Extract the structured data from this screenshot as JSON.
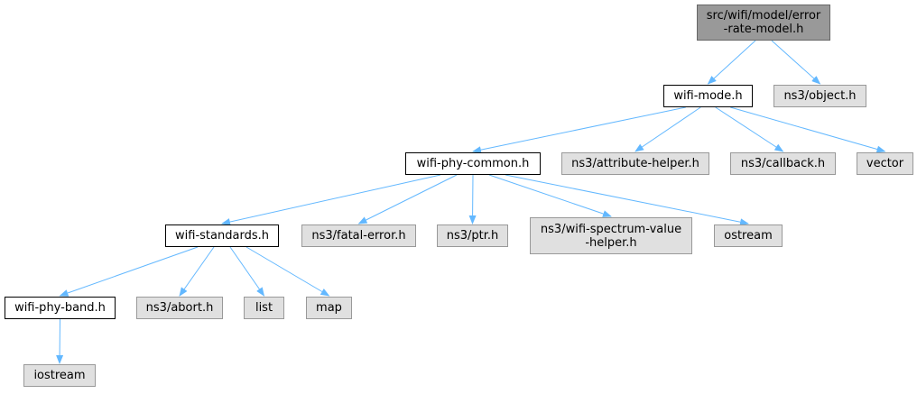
{
  "diagram": {
    "edge_color": "#63b8ff",
    "nodes": [
      {
        "id": "root",
        "kind": "root",
        "lines": [
          "src/wifi/model/error",
          "-rate-model.h"
        ]
      },
      {
        "id": "wifi-mode",
        "kind": "local",
        "lines": [
          "wifi-mode.h"
        ]
      },
      {
        "id": "ns3-object",
        "kind": "external",
        "lines": [
          "ns3/object.h"
        ]
      },
      {
        "id": "wifi-phy-common",
        "kind": "local",
        "lines": [
          "wifi-phy-common.h"
        ]
      },
      {
        "id": "ns3-attribute-helper",
        "kind": "external",
        "lines": [
          "ns3/attribute-helper.h"
        ]
      },
      {
        "id": "ns3-callback",
        "kind": "external",
        "lines": [
          "ns3/callback.h"
        ]
      },
      {
        "id": "vector",
        "kind": "external",
        "lines": [
          "vector"
        ]
      },
      {
        "id": "wifi-standards",
        "kind": "local",
        "lines": [
          "wifi-standards.h"
        ]
      },
      {
        "id": "ns3-fatal-error",
        "kind": "external",
        "lines": [
          "ns3/fatal-error.h"
        ]
      },
      {
        "id": "ns3-ptr",
        "kind": "external",
        "lines": [
          "ns3/ptr.h"
        ]
      },
      {
        "id": "ns3-wifi-spectrum-value-helper",
        "kind": "external",
        "lines": [
          "ns3/wifi-spectrum-value",
          "-helper.h"
        ]
      },
      {
        "id": "ostream",
        "kind": "external",
        "lines": [
          "ostream"
        ]
      },
      {
        "id": "wifi-phy-band",
        "kind": "local",
        "lines": [
          "wifi-phy-band.h"
        ]
      },
      {
        "id": "ns3-abort",
        "kind": "external",
        "lines": [
          "ns3/abort.h"
        ]
      },
      {
        "id": "list",
        "kind": "external",
        "lines": [
          "list"
        ]
      },
      {
        "id": "map",
        "kind": "external",
        "lines": [
          "map"
        ]
      },
      {
        "id": "iostream",
        "kind": "external",
        "lines": [
          "iostream"
        ]
      }
    ],
    "edges": [
      {
        "from": "root",
        "to": "wifi-mode"
      },
      {
        "from": "root",
        "to": "ns3-object"
      },
      {
        "from": "wifi-mode",
        "to": "wifi-phy-common"
      },
      {
        "from": "wifi-mode",
        "to": "ns3-attribute-helper"
      },
      {
        "from": "wifi-mode",
        "to": "ns3-callback"
      },
      {
        "from": "wifi-mode",
        "to": "vector"
      },
      {
        "from": "wifi-phy-common",
        "to": "wifi-standards"
      },
      {
        "from": "wifi-phy-common",
        "to": "ns3-fatal-error"
      },
      {
        "from": "wifi-phy-common",
        "to": "ns3-ptr"
      },
      {
        "from": "wifi-phy-common",
        "to": "ns3-wifi-spectrum-value-helper"
      },
      {
        "from": "wifi-phy-common",
        "to": "ostream"
      },
      {
        "from": "wifi-standards",
        "to": "wifi-phy-band"
      },
      {
        "from": "wifi-standards",
        "to": "ns3-abort"
      },
      {
        "from": "wifi-standards",
        "to": "list"
      },
      {
        "from": "wifi-standards",
        "to": "map"
      },
      {
        "from": "wifi-phy-band",
        "to": "iostream"
      }
    ]
  }
}
